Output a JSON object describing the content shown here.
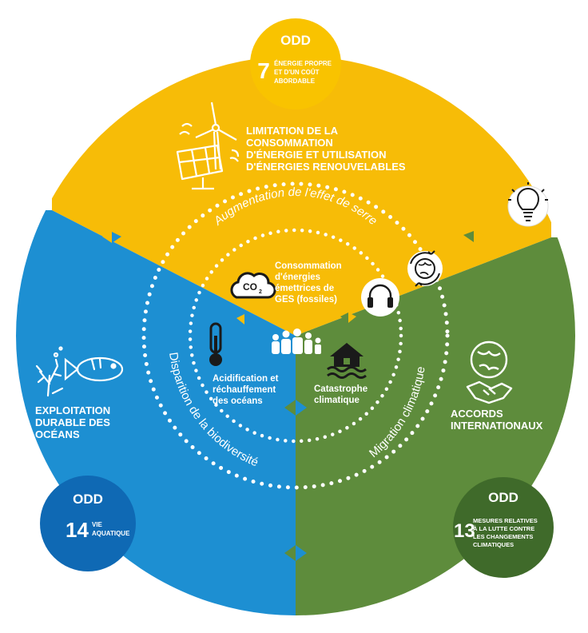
{
  "colors": {
    "yellow": "#F7BC07",
    "blue": "#1D8FD2",
    "green": "#5E8C3C",
    "badge_yellow": "#F9C300",
    "badge_blue": "#0F69B4",
    "badge_green": "#3F6A2A",
    "dots": "#FFFFFF"
  },
  "badges": {
    "top": {
      "header": "ODD",
      "number": "7",
      "lines": [
        "ÉNERGIE PROPRE",
        "ET D'UN COÛT",
        "ABORDABLE"
      ]
    },
    "left": {
      "header": "ODD",
      "number": "14",
      "lines": [
        "VIE",
        "AQUATIQUE"
      ]
    },
    "right": {
      "header": "ODD",
      "number": "13",
      "lines": [
        "MESURES RELATIVES",
        "À LA LUTTE CONTRE",
        "LES CHANGEMENTS",
        "CLIMATIQUES"
      ]
    }
  },
  "sectors": {
    "energy": {
      "lines": [
        "LIMITATION DE LA",
        "CONSOMMATION",
        "D'ÉNERGIE ET UTILISATION",
        "D'ÉNERGIES RENOUVELABLES"
      ]
    },
    "ocean": {
      "lines": [
        "EXPLOITATION",
        "DURABLE DES",
        "OCÉANS"
      ]
    },
    "agreements": {
      "lines": [
        "ACCORDS",
        "INTERNATIONAUX"
      ]
    }
  },
  "arcs": {
    "greenhouse": "Augmentation de l'effet de serre",
    "biodiversity": "Disparition de la biodiversité",
    "migration": "Migration climatique"
  },
  "center": {
    "fossil": [
      "Consommation",
      "d'énergies",
      "émettrices de",
      "GES (fossiles)"
    ],
    "acidification": [
      "Acidification et",
      "réchauffement",
      "des océans"
    ],
    "catastrophe": [
      "Catastrophe",
      "climatique"
    ]
  },
  "icons": [
    "solar-wind-icon",
    "lightbulb-icon",
    "co2-cloud-icon",
    "globe-cycle-icon",
    "headphones-icon",
    "people-icon",
    "thermometer-icon",
    "flooded-house-icon",
    "coral-fish-icon",
    "globe-handshake-icon"
  ]
}
